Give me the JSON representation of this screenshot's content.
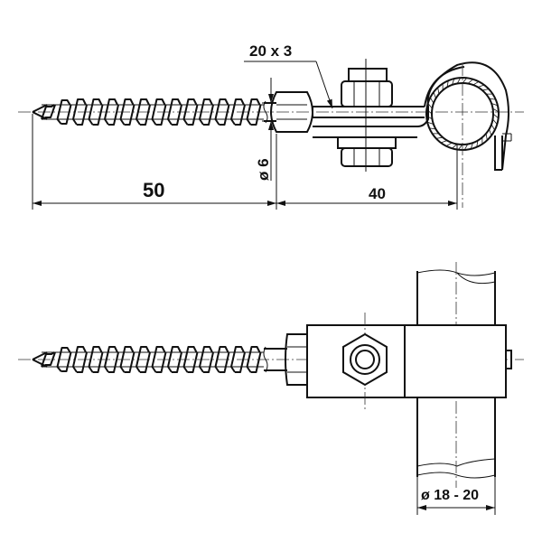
{
  "labels": {
    "flat_bar": "20 x 3",
    "diameter_screw": "ø 6",
    "length_screw": "50",
    "length_clamp": "40",
    "diameter_pipe": "ø 18 - 20"
  }
}
